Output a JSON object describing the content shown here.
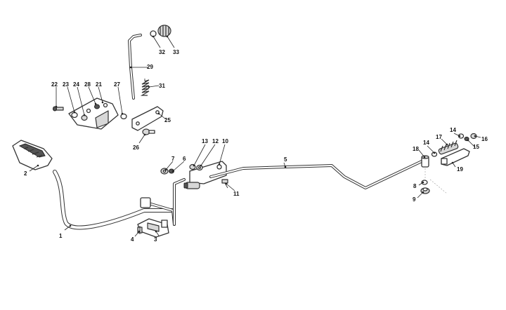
{
  "callouts": {
    "c1": "1",
    "c2": "2",
    "c3": "3",
    "c4": "4",
    "c5": "5",
    "c6": "6",
    "c7": "7",
    "c8": "8",
    "c9": "9",
    "c10": "10",
    "c11": "11",
    "c12": "12",
    "c13": "13",
    "c14a": "14",
    "c14b": "14",
    "c15": "15",
    "c16": "16",
    "c17": "17",
    "c18": "18",
    "c19": "19",
    "c21": "21",
    "c22": "22",
    "c23": "23",
    "c24": "24",
    "c25": "25",
    "c26": "26",
    "c27": "27",
    "c28": "28",
    "c29": "29",
    "c31": "31",
    "c32": "32",
    "c33": "33"
  }
}
